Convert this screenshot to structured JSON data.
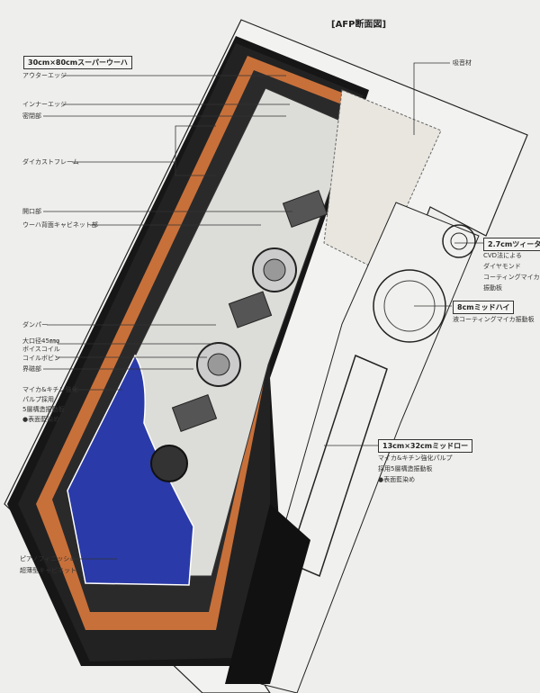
{
  "title": "[AFP断面図]",
  "left_labels": {
    "woofer_heading": "30cm×80cmスーパーウーハ",
    "outer_edge": "アウターエッジ",
    "inner_edge": "インナーエッジ",
    "sealed_part": "密閉部",
    "diecast_frame": "ダイカストフレーム",
    "opening": "開口部",
    "woofer_back_cabinet": "ウーハ背面キャビネット部",
    "damper": "ダンパー",
    "voice_coil_1": "大口径45㎜φ",
    "voice_coil_2": "ボイスコイル",
    "coil_bobbin": "コイルボビン",
    "magnetic_circuit": "界磁部",
    "diaphragm_1": "マイカ&キチン強化",
    "diaphragm_2": "パルプ採用",
    "diaphragm_3": "5層構造振動板",
    "diaphragm_4": "●表面藍染め",
    "cabinet_1": "ピアノフィニッシュ",
    "cabinet_2": "超薄型キャビネット"
  },
  "right_labels": {
    "absorber": "吸音材",
    "tweeter_heading": "2.7cmツィータ",
    "tweeter_1": "CVD法による",
    "tweeter_2": "ダイヤモンド",
    "tweeter_3": "コーティングマイカ",
    "tweeter_4": "振動板",
    "midhigh_heading": "8cmミッドハイ",
    "midhigh_1": "液コーティングマイカ振動板",
    "midlow_heading": "13cm×32cmミッドロー",
    "midlow_1": "マイカ&キチン強化パルプ",
    "midlow_2": "採用5層構造振動板",
    "midlow_3": "●表面藍染め"
  },
  "colors": {
    "background": "#eeeeec",
    "cabinet_black": "#141414",
    "frame_orange": "#c8703a",
    "diaphragm_blue": "#2a3aa8",
    "panel_light": "#dcdcd8"
  }
}
